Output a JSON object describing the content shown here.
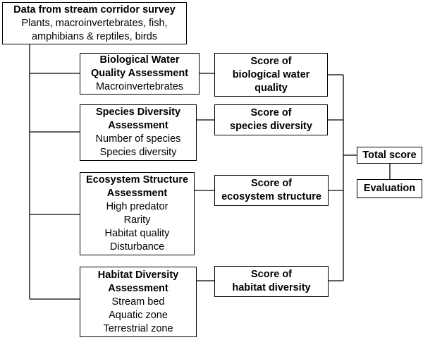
{
  "survey": {
    "title": "Data from stream corridor survey",
    "lines": [
      "Plants, macroinvertebrates, fish,",
      "amphibians & reptiles, birds"
    ]
  },
  "assessments": [
    {
      "title_lines": [
        "Biological Water",
        "Quality Assessment"
      ],
      "items": [
        "Macroinvertebrates"
      ]
    },
    {
      "title_lines": [
        "Species Diversity",
        "Assessment"
      ],
      "items": [
        "Number of species",
        "Species diversity"
      ]
    },
    {
      "title_lines": [
        "Ecosystem Structure",
        "Assessment"
      ],
      "items": [
        "High predator",
        "Rarity",
        "Habitat quality",
        "Disturbance"
      ]
    },
    {
      "title_lines": [
        "Habitat Diversity",
        "Assessment"
      ],
      "items": [
        "Stream bed",
        "Aquatic zone",
        "Terrestrial zone"
      ]
    }
  ],
  "scores": [
    [
      "Score of",
      "biological water",
      "quality"
    ],
    [
      "Score of",
      "species diversity"
    ],
    [
      "Score of",
      "ecosystem structure"
    ],
    [
      "Score of",
      "habitat diversity"
    ]
  ],
  "total": "Total score",
  "evaluation": "Evaluation"
}
